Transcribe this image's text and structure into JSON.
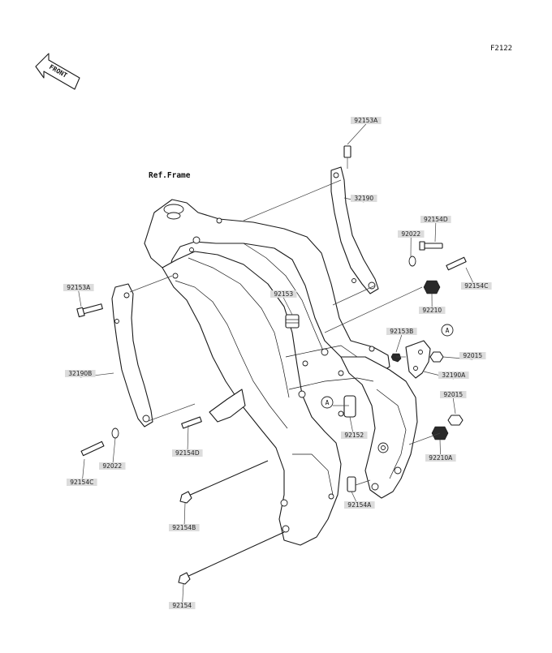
{
  "diagram_code": "F2122",
  "front_arrow_label": "FRONT",
  "ref_frame_label": "Ref.Frame",
  "marker_letter": "A",
  "parts": [
    {
      "id": "92153A-top",
      "label": "92153A"
    },
    {
      "id": "32190",
      "label": "32190"
    },
    {
      "id": "92154D",
      "label": "92154D"
    },
    {
      "id": "92022-right",
      "label": "92022"
    },
    {
      "id": "92154C-right",
      "label": "92154C"
    },
    {
      "id": "92210",
      "label": "92210"
    },
    {
      "id": "92153",
      "label": "92153"
    },
    {
      "id": "92153B",
      "label": "92153B"
    },
    {
      "id": "92015-top",
      "label": "92015"
    },
    {
      "id": "32190A",
      "label": "32190A"
    },
    {
      "id": "92015-bottom",
      "label": "92015"
    },
    {
      "id": "92152",
      "label": "92152"
    },
    {
      "id": "92210A",
      "label": "92210A"
    },
    {
      "id": "92154A",
      "label": "92154A"
    },
    {
      "id": "92153A-left",
      "label": "92153A"
    },
    {
      "id": "32190B",
      "label": "32190B"
    },
    {
      "id": "92154D-left",
      "label": "92154D"
    },
    {
      "id": "92022-left",
      "label": "92022"
    },
    {
      "id": "92154C-left",
      "label": "92154C"
    },
    {
      "id": "92154B",
      "label": "92154B"
    },
    {
      "id": "92154",
      "label": "92154"
    }
  ]
}
